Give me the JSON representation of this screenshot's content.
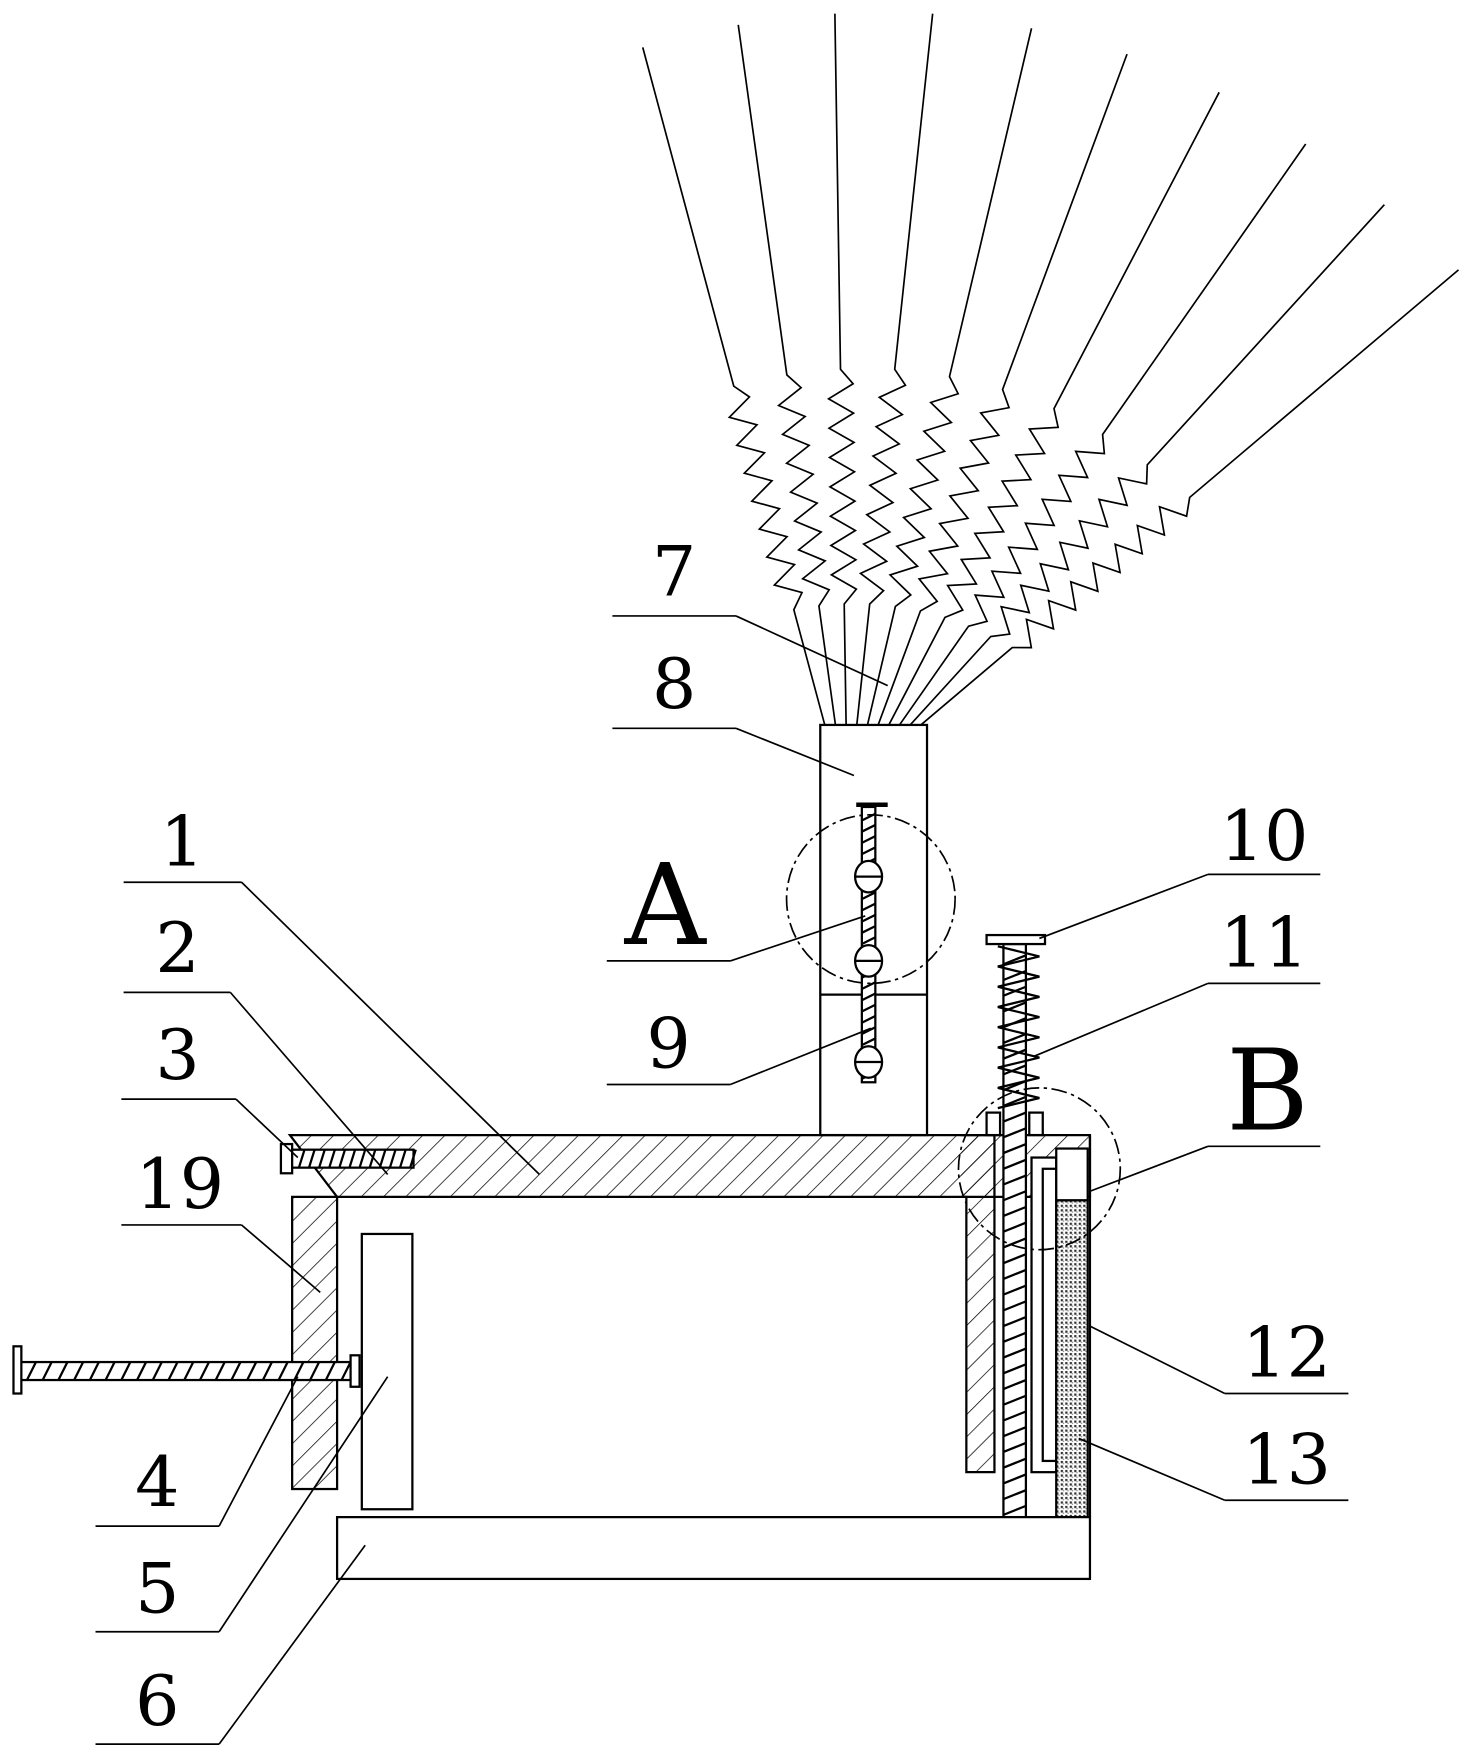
{
  "figure": {
    "type": "patent mechanical drawing",
    "line_color": "#000000",
    "background": "#ffffff"
  },
  "labels": [
    {
      "id": "7",
      "text": "7"
    },
    {
      "id": "8",
      "text": "8"
    },
    {
      "id": "1",
      "text": "1"
    },
    {
      "id": "A",
      "text": "A"
    },
    {
      "id": "2",
      "text": "2"
    },
    {
      "id": "9",
      "text": "9"
    },
    {
      "id": "3",
      "text": "3"
    },
    {
      "id": "19",
      "text": "19"
    },
    {
      "id": "10",
      "text": "10"
    },
    {
      "id": "11",
      "text": "11"
    },
    {
      "id": "B",
      "text": "B"
    },
    {
      "id": "12",
      "text": "12"
    },
    {
      "id": "13",
      "text": "13"
    },
    {
      "id": "4",
      "text": "4"
    },
    {
      "id": "5",
      "text": "5"
    },
    {
      "id": "6",
      "text": "6"
    }
  ],
  "bristle_count": 10
}
